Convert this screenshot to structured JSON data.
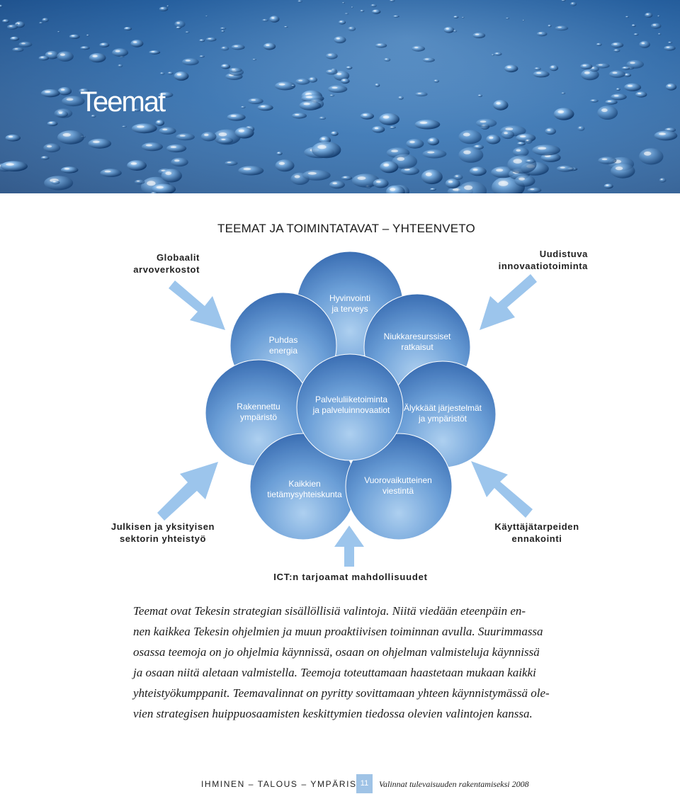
{
  "hero": {
    "title": "Teemat"
  },
  "diagram": {
    "title": "TEEMAT JA TOIMINTATAVAT – YHTEENVETO",
    "circles": [
      {
        "label": "Hyvinvointi\nja terveys"
      },
      {
        "label": "Puhdas\nenergia"
      },
      {
        "label": "Niukkaresurssiset\nratkaisut"
      },
      {
        "label": "Rakennettu\nympäristö"
      },
      {
        "label": "Palveluliiketoiminta\nja palveluinnovaatiot"
      },
      {
        "label": "Älykkäät järjestelmät\nja ympäristöt"
      },
      {
        "label": "Kaikkien\ntietämysyhteiskunta"
      },
      {
        "label": "Vuorovaikutteinen\nviestintä"
      }
    ],
    "drivers": {
      "top_left": "Globaalit\narvoverkostot",
      "top_right": "Uudistuva\ninnovaatiotoiminta",
      "bottom_left": "Julkisen ja yksityisen\nsektorin yhteistyö",
      "bottom_right": "Käyttäjätarpeiden\nennakointi",
      "bottom_center": "ICT:n tarjoamat mahdollisuudet"
    }
  },
  "body": {
    "lines": [
      "Teemat ovat Tekesin strategian sisällöllisiä valintoja. Niitä viedään eteenpäin en-",
      "nen kaikkea Tekesin ohjelmien ja muun proaktiivisen toiminnan avulla. Suurimmassa",
      "osassa teemoja on jo ohjelmia käynnissä, osaan on ohjelman valmisteluja käynnissä",
      "ja osaan  niitä aletaan valmistella. Teemoja toteuttamaan haastetaan mukaan kaikki",
      "yhteistyökumppanit. Teemavalinnat on pyritty sovittamaan yhteen käynnistymässä ole-",
      "vien strategisen huippuosaamisten keskittymien tiedossa olevien valintojen kanssa."
    ]
  },
  "footer": {
    "left": "IHMINEN – TALOUS – YMPÄRISTÖ",
    "page": "11",
    "right": "Valinnat tulevaisuuden rakentamiseksi 2008"
  },
  "colors": {
    "circle_light": "#9dc4ea",
    "circle_dark": "#1f5aa8",
    "arrow": "#9cc5ec",
    "page_box": "#9fc3e6"
  }
}
